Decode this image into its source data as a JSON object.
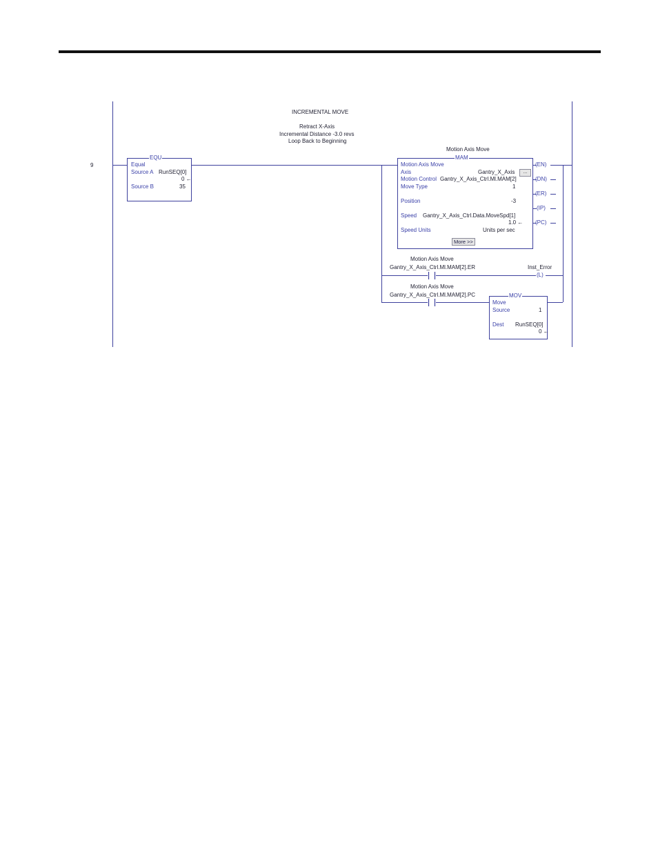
{
  "rung": {
    "number": "9",
    "comment": [
      "INCREMENTAL MOVE",
      "Retract X-Axis",
      "Incremental Distance -3.0 revs",
      "Loop Back to Beginning"
    ]
  },
  "equ": {
    "tag": "EQU",
    "title": "Equal",
    "source_a_label": "Source A",
    "source_a_tag": "RunSEQ[0]",
    "source_a_value": "0",
    "source_b_label": "Source B",
    "source_b_value": "35"
  },
  "mam": {
    "header": "Motion Axis Move",
    "tag": "MAM",
    "title": "Motion Axis Move",
    "axis_label": "Axis",
    "axis_value": "Gantry_X_Axis",
    "browse_label": "...",
    "motion_control_label": "Motion Control",
    "motion_control_value": "Gantry_X_Axis_Ctrl.Ml.MAM[2]",
    "move_type_label": "Move Type",
    "move_type_value": "1",
    "position_label": "Position",
    "position_value": "-3",
    "speed_label": "Speed",
    "speed_tag": "Gantry_X_Axis_Ctrl.Data.MoveSpd[1]",
    "speed_value": "1.0",
    "speed_units_label": "Speed Units",
    "speed_units_value": "Units per sec",
    "more_label": "More >>",
    "outputs": [
      "EN",
      "DN",
      "ER",
      "IP",
      "PC"
    ]
  },
  "branch_er": {
    "header": "Motion Axis Move",
    "tag": "Gantry_X_Axis_Ctrl.Ml.MAM[2].ER",
    "coil_tag": "Inst_Error",
    "coil_symbol": "L"
  },
  "branch_pc": {
    "header": "Motion Axis Move",
    "tag": "Gantry_X_Axis_Ctrl.Ml.MAM[2].PC"
  },
  "mov": {
    "tag": "MOV",
    "title": "Move",
    "source_label": "Source",
    "source_value": "1",
    "dest_label": "Dest",
    "dest_tag": "RunSEQ[0]",
    "dest_value": "0"
  },
  "colors": {
    "wire": "#3c3f9c",
    "blue_text": "#3a40a8",
    "page_rule": "#111111"
  }
}
